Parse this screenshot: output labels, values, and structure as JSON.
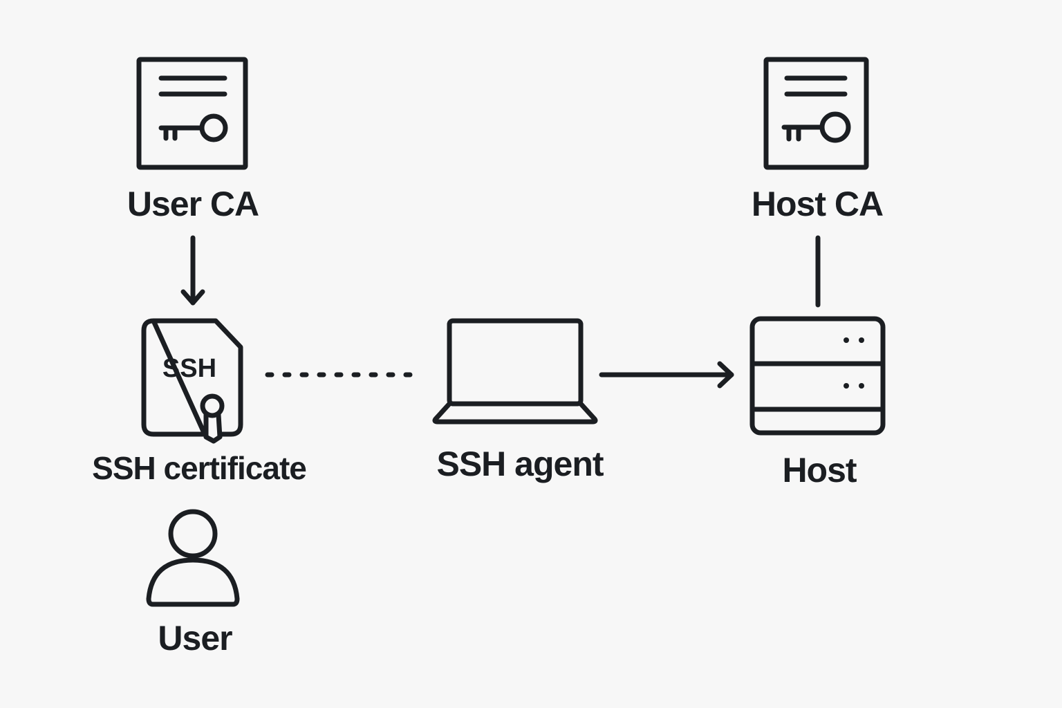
{
  "diagram": {
    "title": "SSH certificate authentication flow",
    "colors": {
      "background": "#f7f7f7",
      "stroke": "#1b1e22"
    },
    "nodes": {
      "user_ca": {
        "label": "User CA",
        "icon": "certificate-key-icon"
      },
      "host_ca": {
        "label": "Host CA",
        "icon": "certificate-key-icon"
      },
      "ssh_certificate": {
        "label": "SSH certificate",
        "icon": "ssh-certificate-file-icon",
        "badge_text": "SSH"
      },
      "ssh_agent": {
        "label": "SSH agent",
        "icon": "laptop-icon"
      },
      "host": {
        "label": "Host",
        "icon": "server-icon"
      },
      "user": {
        "label": "User",
        "icon": "user-icon"
      }
    },
    "edges": [
      {
        "from": "User CA",
        "to": "SSH certificate",
        "style": "arrow"
      },
      {
        "from": "SSH certificate",
        "to": "SSH agent",
        "style": "dotted"
      },
      {
        "from": "SSH agent",
        "to": "Host",
        "style": "arrow"
      },
      {
        "from": "Host CA",
        "to": "Host",
        "style": "line"
      }
    ]
  }
}
